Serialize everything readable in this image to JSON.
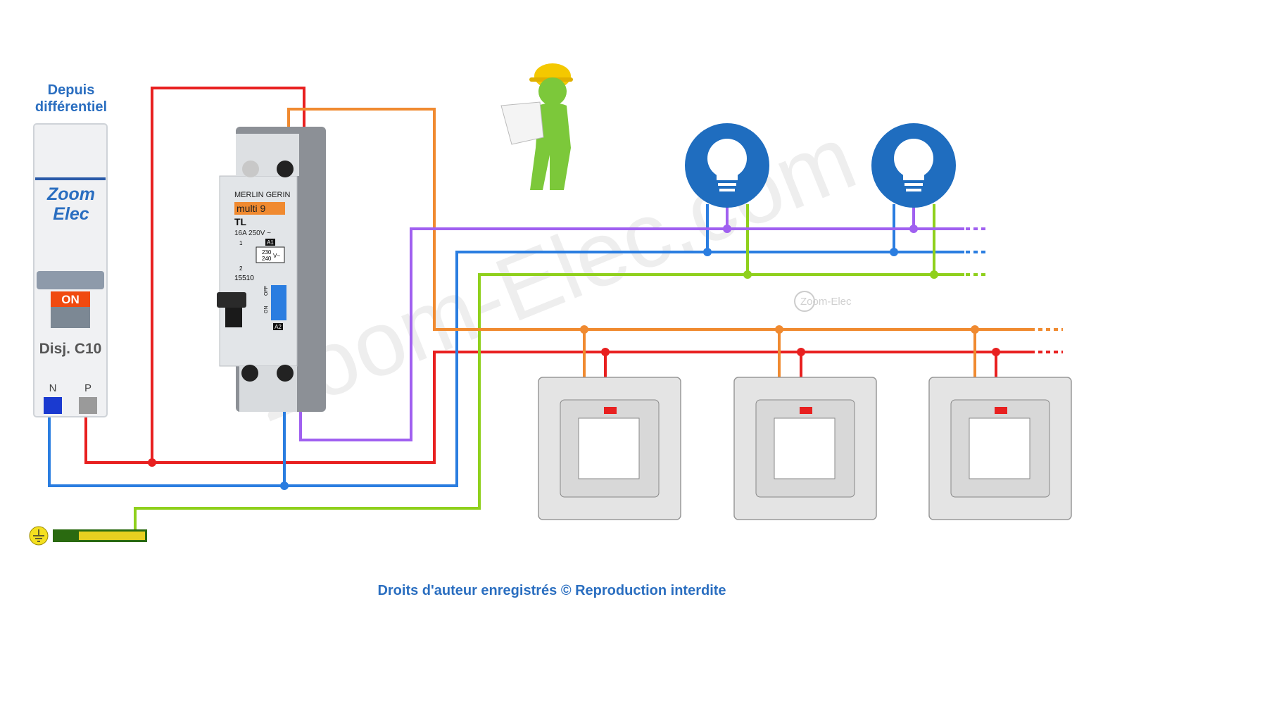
{
  "source_label": {
    "line1": "Depuis",
    "line2": "différentiel"
  },
  "breaker": {
    "brand_line1": "Zoom",
    "brand_line2": "Elec",
    "state": "ON",
    "model": "Disj. C10",
    "terminal_n": "N",
    "terminal_p": "P"
  },
  "relay": {
    "brand": "MERLIN GERIN",
    "series": "multi 9",
    "type": "TL",
    "rating": "16A 250V ~",
    "coil_voltage_1": "230",
    "coil_voltage_2": "240",
    "coil_unit": "V~",
    "ref": "15510",
    "terminal_a1": "A1",
    "terminal_a2": "A2",
    "contact_1": "1",
    "contact_2": "2",
    "switch_on": "ON",
    "switch_off": "OFF"
  },
  "watermark": {
    "main": "Zoom-Elec.com",
    "small": "Zoom-Elec"
  },
  "footer": "Droits d'auteur enregistrés © Reproduction interdite",
  "colors": {
    "phase": "#e82020",
    "neutral": "#2a7de0",
    "earth": "#8fd01c",
    "return": "#f08a30",
    "control": "#a060f0",
    "text_blue": "#2a6ec0"
  }
}
